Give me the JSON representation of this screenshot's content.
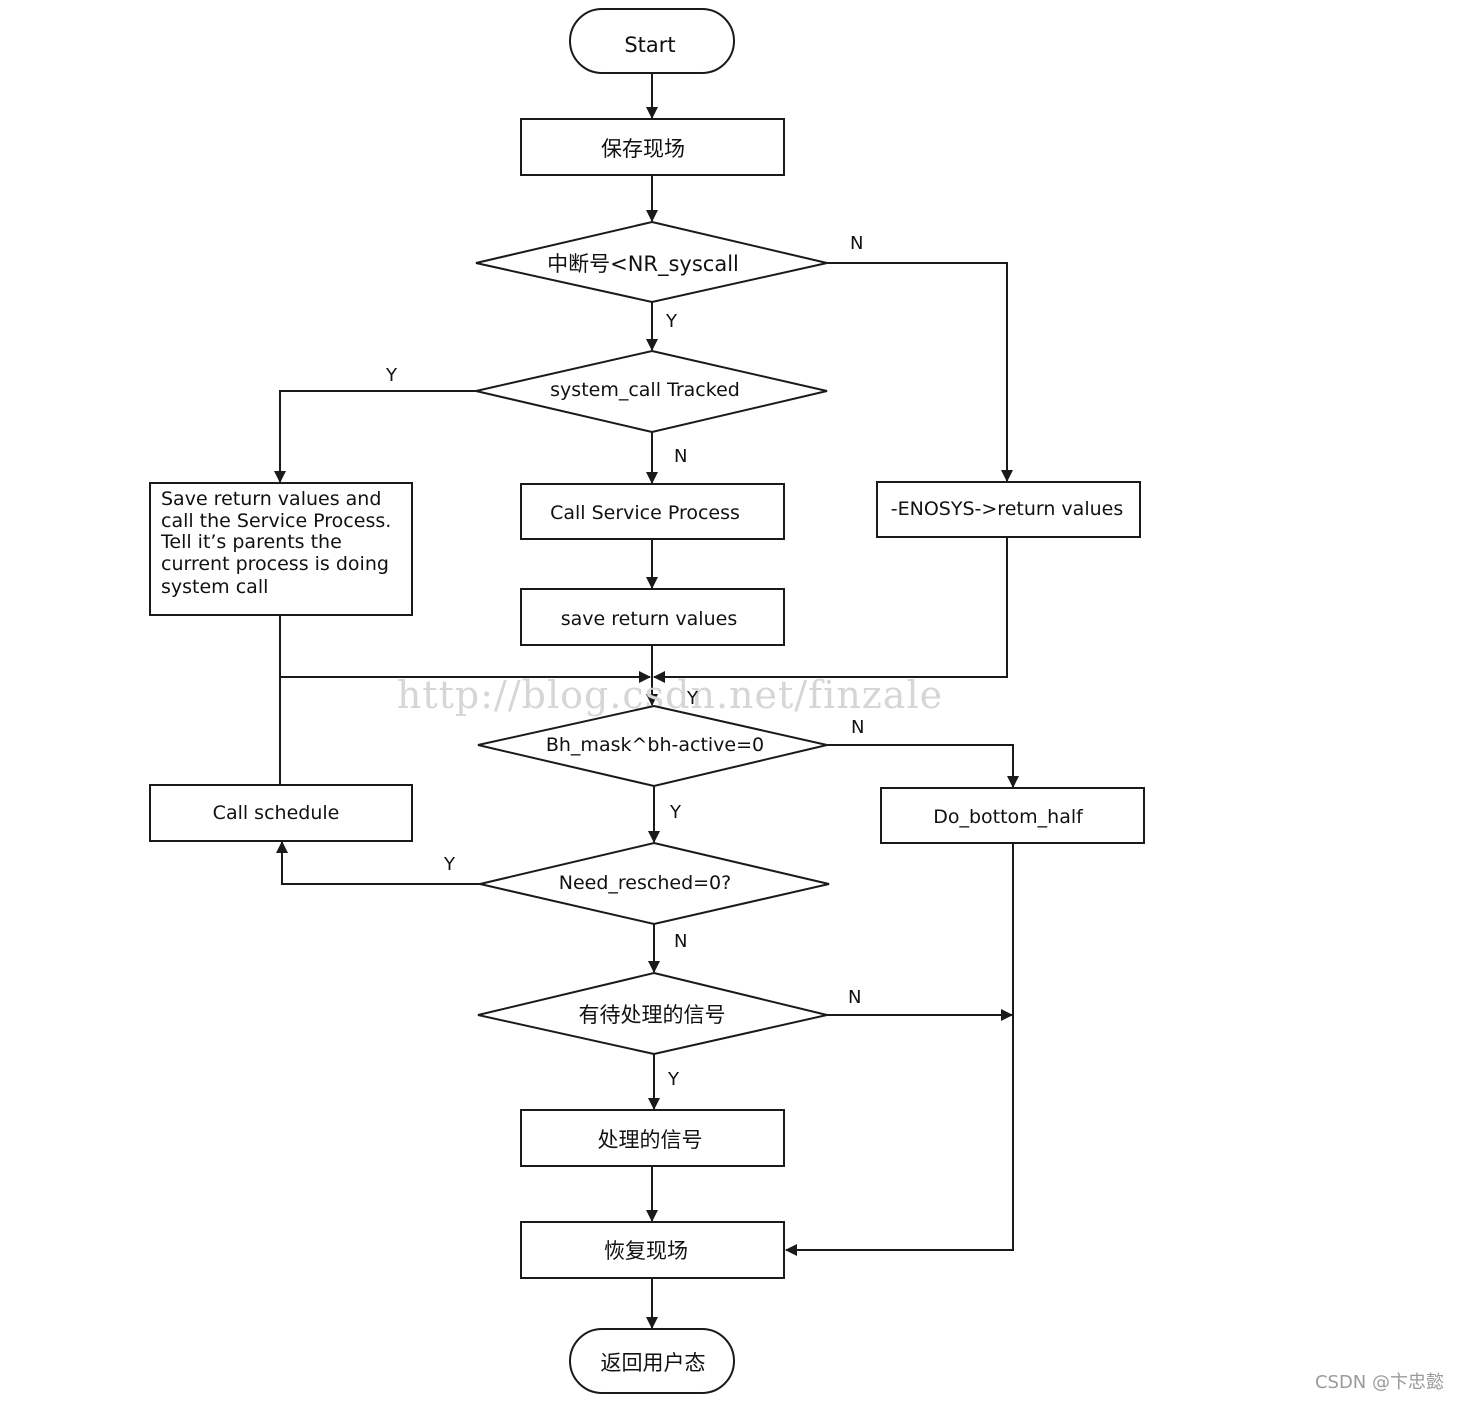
{
  "nodes": {
    "start": "Start",
    "save_context": "保存现场",
    "check_syscall": "中断号<NR_syscall",
    "syscall_tracked": "system_call Tracked",
    "traced_note": [
      "Save return values and",
      "call the Service Process.",
      "Tell it’s parents the",
      "current process is doing",
      "system call"
    ],
    "call_service": "Call Service Process",
    "save_return": "save return values",
    "enosys": "-ENOSYS->return values",
    "bh_mask": "Bh_mask^bh-active=0",
    "do_bottom_half": "Do_bottom_half",
    "call_schedule": "Call schedule",
    "need_resched": "Need_resched=0?",
    "pending_signal": "有待处理的信号",
    "handle_signal": "处理的信号",
    "restore_context": "恢复现场",
    "return_user": "返回用户态"
  },
  "edge_labels": {
    "syscall_no": "N",
    "syscall_yes": "Y",
    "tracked_yes": "Y",
    "tracked_no": "N",
    "merge_yes": "Y",
    "bh_no": "N",
    "bh_yes": "Y",
    "resched_yes": "Y",
    "resched_no": "N",
    "signal_no": "N",
    "signal_yes": "Y"
  },
  "watermark": "http://blog.csdn.net/finzale",
  "credit": "CSDN @卞忠懿"
}
